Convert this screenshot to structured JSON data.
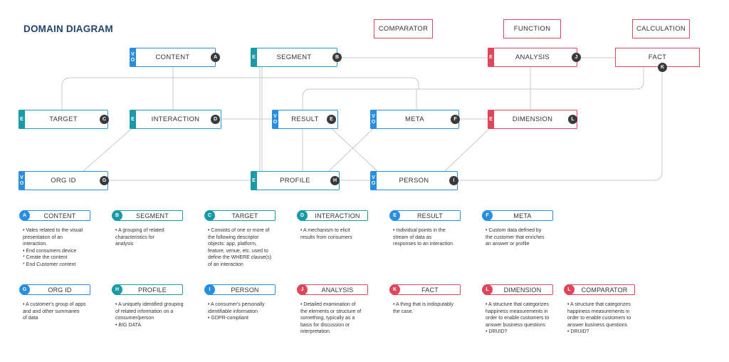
{
  "title": "DOMAIN DIAGRAM",
  "colors": {
    "entity": "#1a9aa6",
    "value_object": "#2a8ee0",
    "function": "#e0455a",
    "line": "#c8c8c8",
    "title": "#22456b"
  },
  "top_boxes": {
    "comparator": "COMPARATOR",
    "function": "FUNCTION",
    "calculation": "CALCULATION"
  },
  "nodes": {
    "content": {
      "tag": "VO",
      "label": "CONTENT",
      "letter": "A"
    },
    "segment": {
      "tag": "E",
      "label": "SEGMENT",
      "letter": "B"
    },
    "analysis": {
      "tag": "E",
      "label": "ANALYSIS",
      "letter": "J"
    },
    "fact": {
      "label": "FACT",
      "letter": "K"
    },
    "target": {
      "tag": "E",
      "label": "TARGET",
      "letter": "C"
    },
    "interaction": {
      "tag": "E",
      "label": "INTERACTION",
      "letter": "D"
    },
    "result": {
      "tag": "VO",
      "label": "RESULT",
      "letter": "E"
    },
    "meta": {
      "tag": "VO",
      "label": "META",
      "letter": "F"
    },
    "dimension": {
      "tag": "E",
      "label": "DIMENSION",
      "letter": "L"
    },
    "org_id": {
      "tag": "VO",
      "label": "ORG ID",
      "letter": "G"
    },
    "profile": {
      "tag": "E",
      "label": "PROFILE",
      "letter": "H"
    },
    "person": {
      "tag": "VO",
      "label": "PERSON",
      "letter": "I"
    }
  },
  "legend": [
    {
      "letter": "A",
      "name": "CONTENT",
      "desc": "• Vales related to the visual\npresentation of an\ninteraction.\n• End consumers device\n* Create the content\n* End Customer content"
    },
    {
      "letter": "B",
      "name": "SEGMENT",
      "desc": "• A grouping of related\ncharacteristics for\nanalysis"
    },
    {
      "letter": "C",
      "name": "TARGET",
      "desc": "• Consists of one or more of\nthe following descriptor\nobjects: app, platform,\nfeature, venue, etc. used to\ndefine the WHERE clause(s)\nof an interaction"
    },
    {
      "letter": "D",
      "name": "INTERACTION",
      "desc": "• A mechanism to elicit\nresults from consumers"
    },
    {
      "letter": "E",
      "name": "RESULT",
      "desc": "• Individual points in the\nstream of data as\nresponses to an interaction"
    },
    {
      "letter": "F",
      "name": "META",
      "desc": "• Custom data defined by\nthe customer that enriches\nan answer or profile"
    },
    {
      "letter": "G",
      "name": "ORG ID",
      "desc": "• A customer's group of apps\nand and other summaries\nof data"
    },
    {
      "letter": "H",
      "name": "PROFILE",
      "desc": "• A uniquely identified grouping\nof related information on a\nconsumer/person\n• BIG DATA"
    },
    {
      "letter": "I",
      "name": "PERSON",
      "desc": "•  A consumer's personally\nidentifiable information\n• GDPR-compliant"
    },
    {
      "letter": "J",
      "name": "ANALYSIS",
      "desc": "•  Detailed examination of\nthe elements or structure of\nsomething, typically as a\nbasis for discussion or\ninterpretation."
    },
    {
      "letter": "K",
      "name": "FACT",
      "desc": "•  A thing that is indisputably\nthe case."
    },
    {
      "letter": "L",
      "name": "DIMENSION",
      "desc": "• A structure that categorizes\nhappiness measurements in\norder to enable customers to\nanswer business questions\n• DRUID?"
    },
    {
      "letter": "L",
      "name": "COMPARATOR",
      "desc": "• A structure that categorizes\nhappiness measurements in\norder to enable customers to\nanswer business questions\n• DRUID?"
    }
  ]
}
